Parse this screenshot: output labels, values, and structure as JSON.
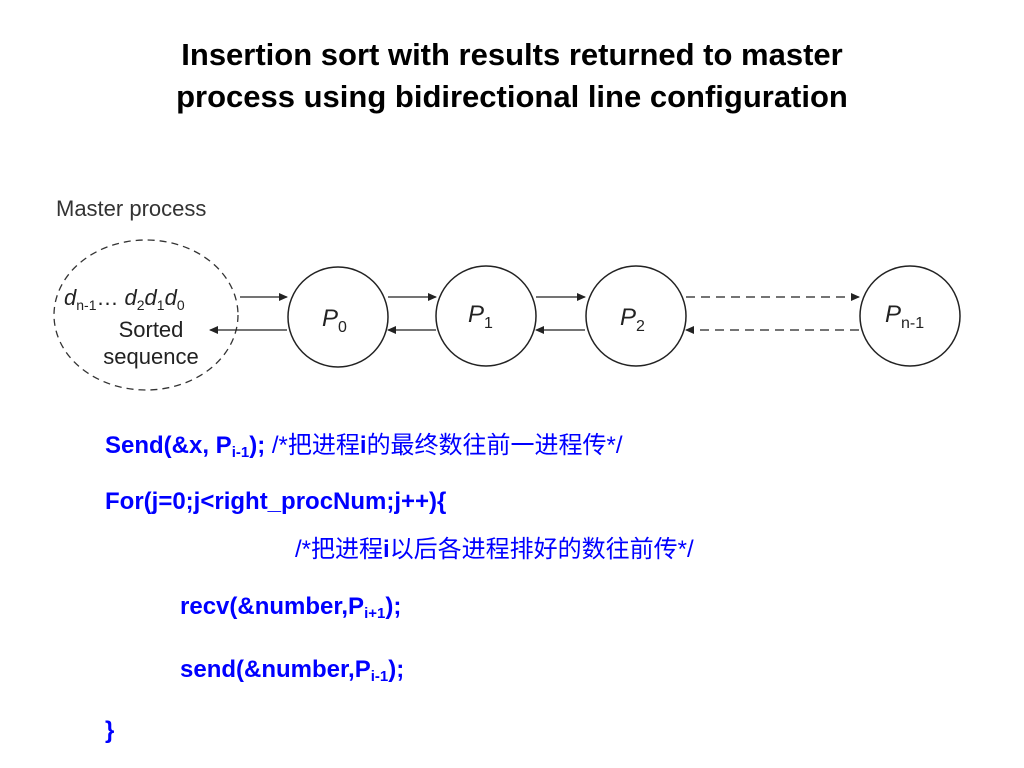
{
  "slide": {
    "title_line1": "Insertion sort with results returned to master",
    "title_line2": "process using bidirectional line configuration"
  },
  "diagram": {
    "master_label": "Master process",
    "sequence_label": "Sorted",
    "sequence_label2": "sequence",
    "data_d": "d",
    "data_sub_n1": "n-1",
    "data_ellipsis": "…",
    "data_sub_2": "2",
    "data_sub_1": "1",
    "data_sub_0": "0",
    "process_letter": "P",
    "processes": [
      {
        "sub": "0"
      },
      {
        "sub": "1"
      },
      {
        "sub": "2"
      },
      {
        "sub": "n-1"
      }
    ]
  },
  "code": {
    "line1_a": "Send(&x, P",
    "line1_sub": "i-1",
    "line1_b": ");",
    "line1_comment_a": "/*把进程",
    "line1_comment_i": "i",
    "line1_comment_b": "的最终数往前一进程传*/",
    "line2": "For(j=0;j<right_procNum;j++){",
    "line3_comment_a": "/*把进程",
    "line3_comment_i": "i",
    "line3_comment_b": "以后各进程排好的数往前传*/",
    "line4_a": "recv(&number,P",
    "line4_sub": "i+1",
    "line4_b": ");",
    "line5_a": "send(&number,P",
    "line5_sub": "i-1",
    "line5_b": ");",
    "line6": "}"
  }
}
